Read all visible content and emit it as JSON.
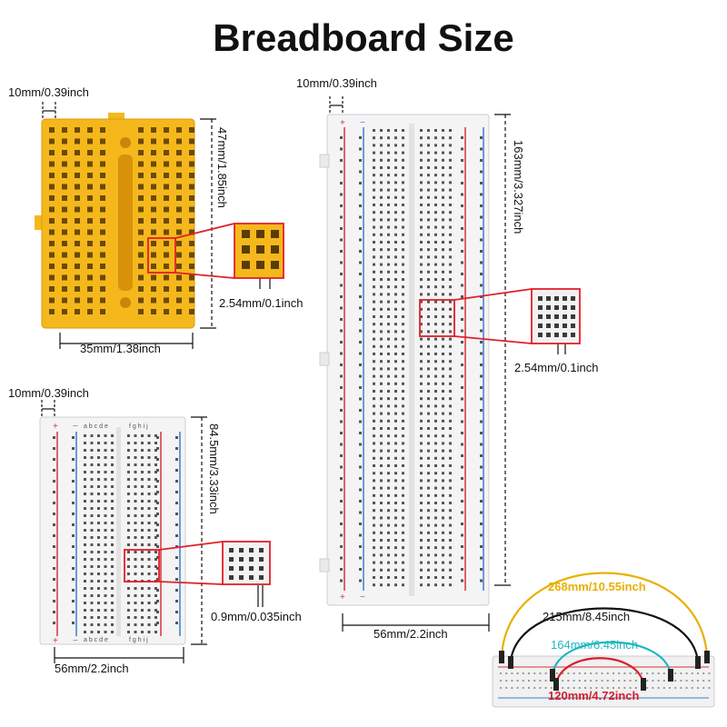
{
  "title": "Breadboard Size",
  "mini_board": {
    "pin_pitch": "10mm/0.39inch",
    "height": "47mm/1.85inch",
    "hole_spacing": "2.54mm/0.1inch",
    "width": "35mm/1.38inch",
    "color": "#f5b81c"
  },
  "half_board": {
    "pin_pitch": "10mm/0.39inch",
    "height": "84.5mm/3.33inch",
    "hole_size": "0.9mm/0.035inch",
    "width": "56mm/2.2inch",
    "column_letters_left": "a b c d e",
    "column_letters_right": "f g h i j"
  },
  "full_board": {
    "pin_pitch": "10mm/0.39inch",
    "height": "163mm/3.327inch",
    "hole_spacing": "2.54mm/0.1inch",
    "width": "56mm/2.2inch"
  },
  "wires": {
    "yellow": {
      "label": "268mm/10.55inch",
      "color": "#e8b000"
    },
    "black": {
      "label": "215mm/8.45inch",
      "color": "#111111"
    },
    "cyan": {
      "label": "164mm/6.45inch",
      "color": "#1fb6c1"
    },
    "red": {
      "label": "120mm/4.72inch",
      "color": "#d81e2a"
    }
  },
  "colors": {
    "highlight": "#e0202a",
    "rail_red": "#d8323a",
    "rail_blue": "#3a7fd0"
  }
}
